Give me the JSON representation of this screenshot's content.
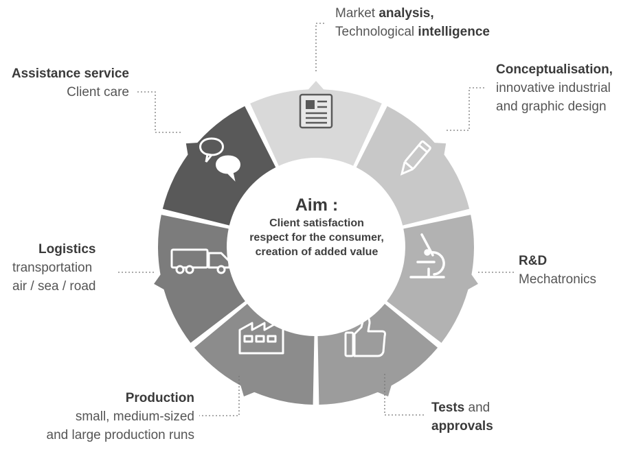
{
  "center": {
    "title": "Aim :",
    "lines": [
      "Client satisfaction",
      "respect for the consumer,",
      "creation of added value"
    ]
  },
  "segments": [
    {
      "id": "market",
      "icon": "newspaper-icon",
      "color": "#d9d9d9",
      "label": {
        "line1_pre": "Market ",
        "line1_bold": "analysis,",
        "line2_pre": "Technological ",
        "line2_bold": "intelligence"
      }
    },
    {
      "id": "concept",
      "icon": "pencil-icon",
      "color": "#c8c8c8",
      "label": {
        "title": "Conceptualisation,",
        "line1": "innovative industrial",
        "line2": "and graphic design"
      }
    },
    {
      "id": "rd",
      "icon": "microscope-icon",
      "color": "#b2b2b2",
      "label": {
        "title": "R&D",
        "line1": "Mechatronics"
      }
    },
    {
      "id": "tests",
      "icon": "thumbs-up-icon",
      "color": "#9c9c9c",
      "label": {
        "bold1": "Tests",
        "rest1": " and",
        "bold2": "approvals"
      }
    },
    {
      "id": "production",
      "icon": "factory-icon",
      "color": "#8c8c8c",
      "label": {
        "title": "Production",
        "line1": "small, medium-sized",
        "line2": "and large production runs"
      }
    },
    {
      "id": "logistics",
      "icon": "truck-icon",
      "color": "#7c7c7c",
      "label": {
        "title": "Logistics",
        "line1": "transportation",
        "line2": "air / sea / road"
      }
    },
    {
      "id": "assistance",
      "icon": "chat-bubbles-icon",
      "color": "#595959",
      "label": {
        "title": "Assistance service",
        "line1": "Client care"
      }
    }
  ]
}
